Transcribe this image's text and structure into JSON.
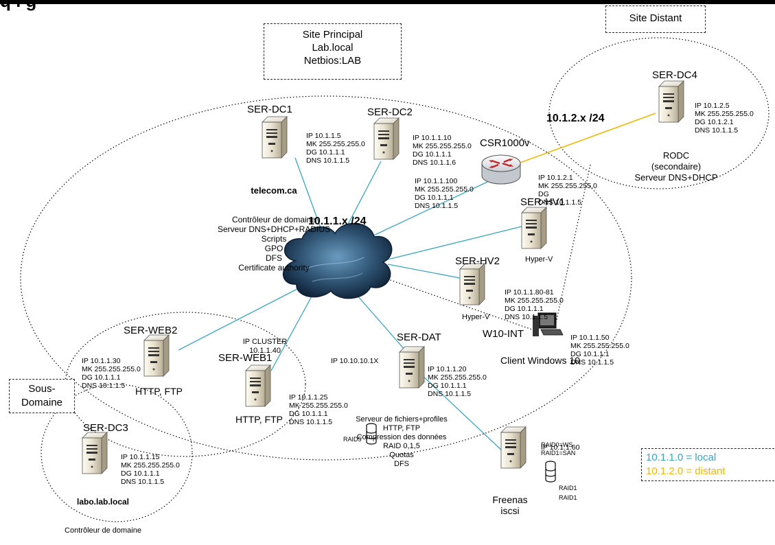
{
  "header": {
    "partial_title": "q i g"
  },
  "zones": {
    "main_site": [
      "Site Principal",
      "Lab.local",
      "Netbios:LAB"
    ],
    "remote_site": "Site Distant",
    "sub_domain": [
      "Sous-",
      "Domaine"
    ]
  },
  "networks": {
    "local": "10.1.1.x /24",
    "remote": "10.1.2.x /24"
  },
  "colors": {
    "local": "#3aa3c2",
    "remote": "#f2b705"
  },
  "nodes": {
    "ser_dc1": {
      "name": "SER-DC1",
      "info": [
        "IP 10.1.1.5",
        "MK 255.255.255.0",
        "DG 10.1.1.1",
        "DNS 10.1.1.5"
      ],
      "domain": "telecom.ca",
      "roles": [
        "Contrôleur de domaine",
        "Serveur DNS+DHCP+RADIUS",
        "Scripts",
        "GPO",
        "DFS",
        "Certificate authority"
      ]
    },
    "ser_dc2": {
      "name": "SER-DC2",
      "info": [
        "IP 10.1.1.10",
        "MK 255.255.255.0",
        "DG 10.1.1.1",
        "DNS 10.1.1.6"
      ]
    },
    "csr": {
      "name": "CSR1000v",
      "info_local": [
        "IP 10.1.1.100",
        "MK 255.255.255.0",
        "DG 10.1.1.1",
        "DNS 10.1.1.5"
      ],
      "info_remote": [
        "IP 10.1.2.1",
        "MK 255.255.255.0",
        "DG",
        "DNS 10.1.1.5"
      ]
    },
    "ser_dc4": {
      "name": "SER-DC4",
      "info": [
        "IP 10.1.2.5",
        "MK 255.255.255.0",
        "DG 10.1.2.1",
        "DNS 10.1.1.5"
      ],
      "roles": [
        "RODC",
        "(secondaire)",
        "Serveur DNS+DHCP"
      ]
    },
    "ser_hv1": {
      "name": "SER-HV1",
      "role": "Hyper-V"
    },
    "ser_hv2": {
      "name": "SER-HV2",
      "info": [
        "IP 10.1.1.80-81",
        "MK 255.255.255.0",
        "DG 10.1.1.1",
        "DNS 10.1.1.5"
      ],
      "role": "Hyper-V"
    },
    "w10": {
      "name": "W10-INT",
      "info": [
        "IP 10.1.1.50",
        "MK 255.255.255.0",
        "DG 10.1.1.1",
        "DNS 10.1.1.5"
      ],
      "role": "Client Windows 10"
    },
    "ser_dat": {
      "name": "SER-DAT",
      "ip_left": "IP 10.10.10.1X",
      "info": [
        "IP 10.1.1.20",
        "MK 255.255.255.0",
        "DG 10.1.1.1",
        "DNS 10.1.1.5"
      ],
      "roles": [
        "Serveur de fichiers+profiles",
        "HTTP, FTP",
        "Compression des données",
        "RAID 0,1,5",
        "Quotas",
        "DFS"
      ],
      "raid": "RAID5"
    },
    "ser_web2": {
      "name": "SER-WEB2",
      "info": [
        "IP 10.1.1.30",
        "MK 255.255.255.0",
        "DG 10.1.1.1",
        "DNS 10.1.1.5"
      ],
      "role": "HTTP, FTP"
    },
    "cluster": [
      "IP CLUSTER",
      "10.1.1.40"
    ],
    "ser_web1": {
      "name": "SER-WEB1",
      "info": [
        "IP 10.1.1.25",
        "MK 255.255.255.0",
        "DG 10.1.1.1",
        "DNS 10.1.1.5"
      ],
      "role": "HTTP, FTP"
    },
    "ser_dc3": {
      "name": "SER-DC3",
      "info": [
        "IP 10.1.1.15",
        "MK 255.255.255.0",
        "DG 10.1.1.1",
        "DNS 10.1.1.5"
      ],
      "domain": "labo.lab.local",
      "role": "Contrôleur de domaine"
    },
    "freenas": {
      "name": [
        "Freenas",
        "iscsi"
      ],
      "info": [
        "RAID0=WS",
        "RAID1=SAN"
      ],
      "ip": "IP 10.1.1.60",
      "raid": [
        "RAID1",
        "RAID1"
      ]
    }
  },
  "legend": {
    "local": "10.1.1.0 = local",
    "remote": "10.1.2.0 = distant"
  }
}
